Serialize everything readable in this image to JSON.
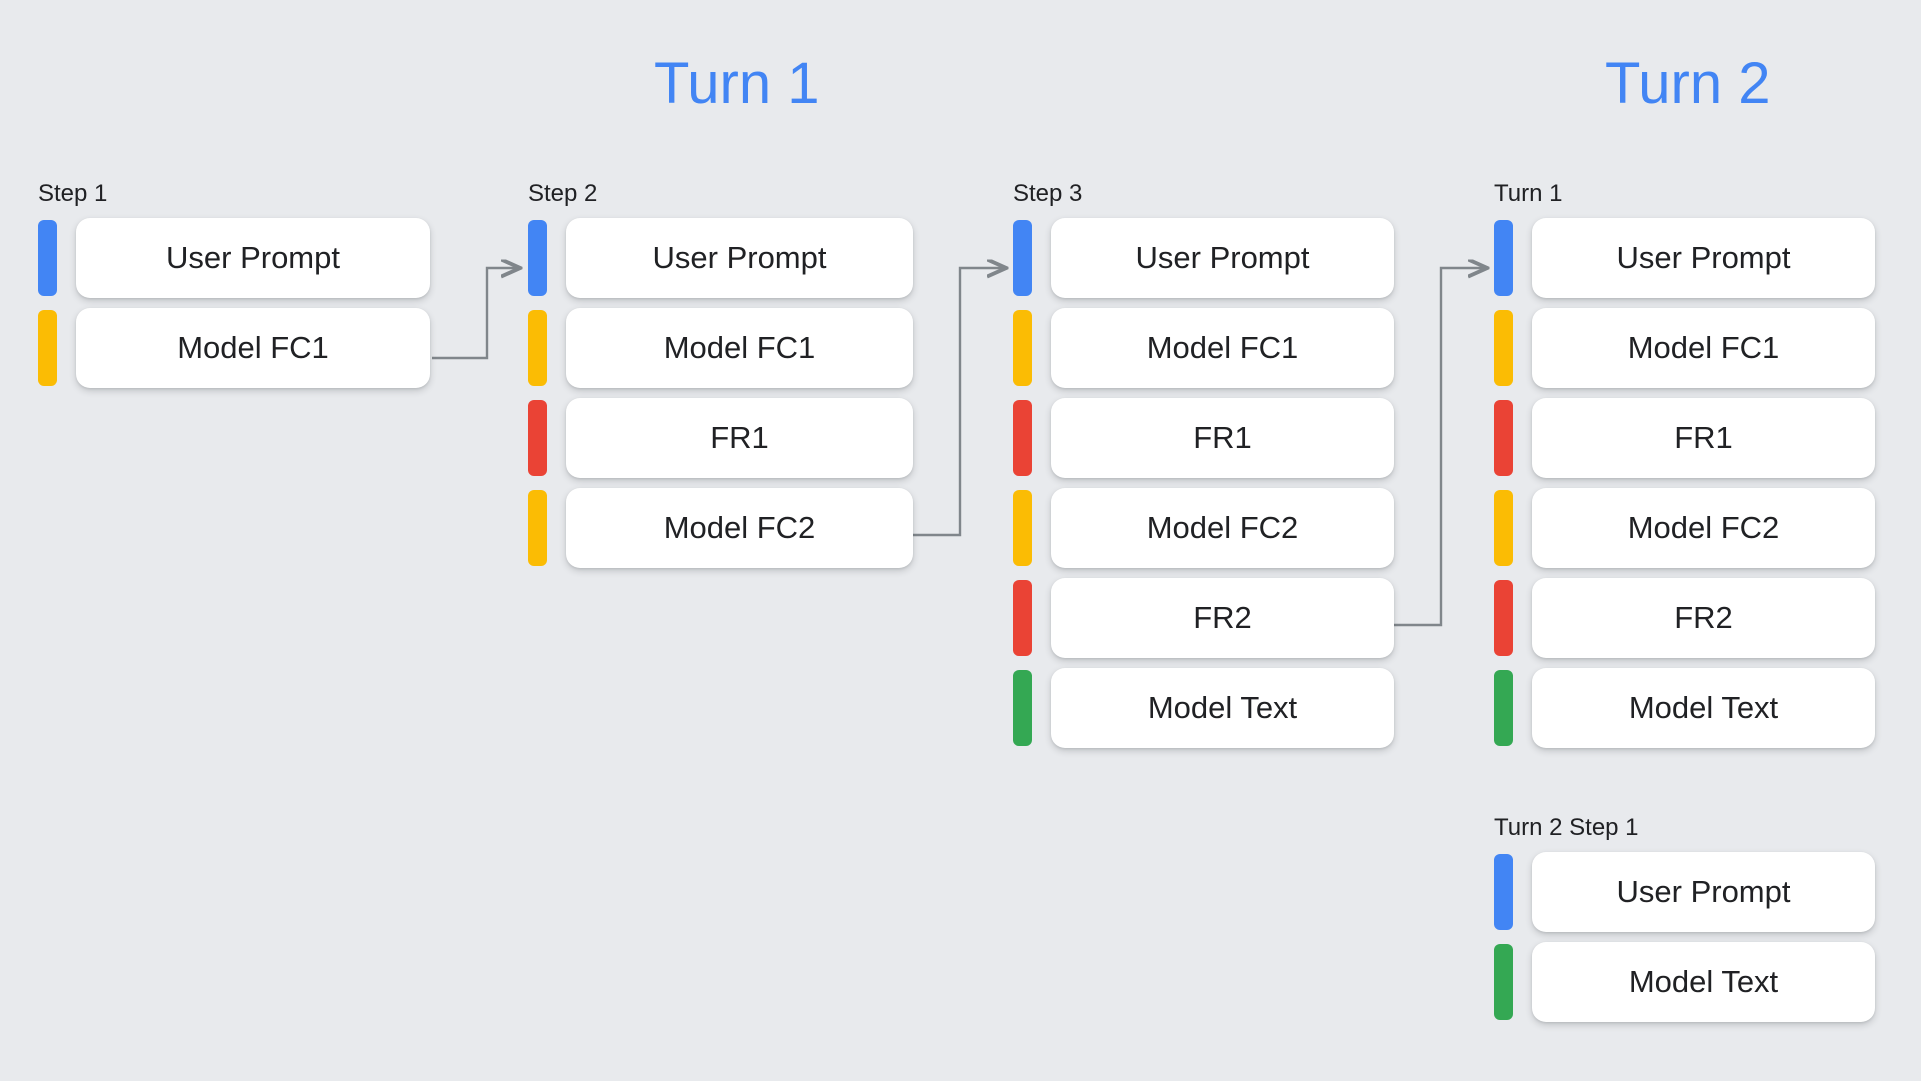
{
  "background_color": "#e8eaed",
  "palette": {
    "blue": "#4285f4",
    "yellow": "#fbbc04",
    "red": "#ea4335",
    "green": "#34a853",
    "card": "#ffffff",
    "text": "#202124",
    "connector": "#80868b"
  },
  "titles": [
    {
      "text": "Turn 1",
      "color": "#4285f4"
    },
    {
      "text": "Turn 2",
      "color": "#4285f4"
    }
  ],
  "columns": [
    {
      "label": "Step 1",
      "rows": [
        {
          "label": "User Prompt",
          "color": "blue"
        },
        {
          "label": "Model FC1",
          "color": "yellow"
        }
      ]
    },
    {
      "label": "Step 2",
      "rows": [
        {
          "label": "User Prompt",
          "color": "blue"
        },
        {
          "label": "Model FC1",
          "color": "yellow"
        },
        {
          "label": "FR1",
          "color": "red"
        },
        {
          "label": "Model FC2",
          "color": "yellow"
        }
      ]
    },
    {
      "label": "Step 3",
      "rows": [
        {
          "label": "User Prompt",
          "color": "blue"
        },
        {
          "label": "Model FC1",
          "color": "yellow"
        },
        {
          "label": "FR1",
          "color": "red"
        },
        {
          "label": "Model FC2",
          "color": "yellow"
        },
        {
          "label": "FR2",
          "color": "red"
        },
        {
          "label": "Model Text",
          "color": "green"
        }
      ]
    },
    {
      "label": "Turn 1",
      "rows": [
        {
          "label": "User Prompt",
          "color": "blue"
        },
        {
          "label": "Model FC1",
          "color": "yellow"
        },
        {
          "label": "FR1",
          "color": "red"
        },
        {
          "label": "Model FC2",
          "color": "yellow"
        },
        {
          "label": "FR2",
          "color": "red"
        },
        {
          "label": "Model Text",
          "color": "green"
        }
      ]
    },
    {
      "label": "Turn 2 Step 1",
      "rows": [
        {
          "label": "User Prompt",
          "color": "blue"
        },
        {
          "label": "Model Text",
          "color": "green"
        }
      ]
    }
  ]
}
